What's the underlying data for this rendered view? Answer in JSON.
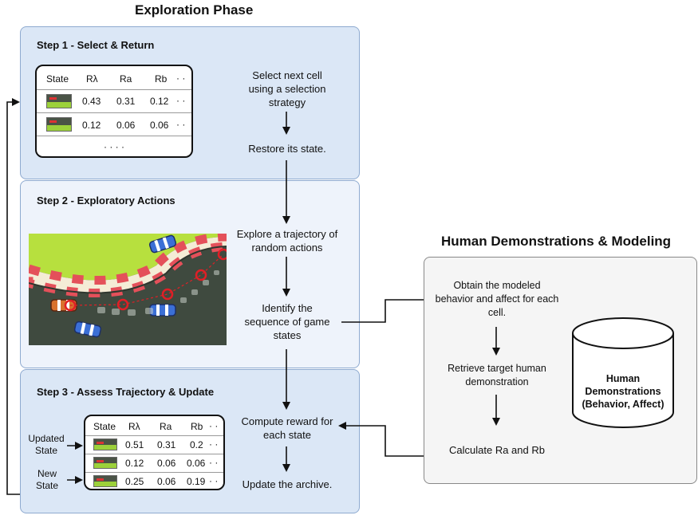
{
  "exploration": {
    "title": "Exploration Phase",
    "step1": {
      "title": "Step 1 - Select & Return",
      "select_note": "Select next cell using a selection strategy",
      "restore_note": "Restore its state.",
      "table": {
        "headers": [
          "State",
          "Rλ",
          "Ra",
          "Rb",
          "· ·"
        ],
        "rows": [
          [
            "0.43",
            "0.31",
            "0.12",
            "· ·"
          ],
          [
            "0.12",
            "0.06",
            "0.06",
            "· ·"
          ]
        ],
        "ellipsis": "· · · ·"
      }
    },
    "step2": {
      "title": "Step 2 - Exploratory Actions",
      "explore_note": "Explore a trajectory of random actions",
      "identify_note": "Identify the sequence of game states"
    },
    "step3": {
      "title": "Step 3 - Assess Trajectory & Update",
      "compute_note": "Compute reward for each state",
      "update_note": "Update the archive.",
      "updated_label": "Updated State",
      "new_label": "New State",
      "table": {
        "headers": [
          "State",
          "Rλ",
          "Ra",
          "Rb",
          "· ·"
        ],
        "rows": [
          [
            "0.51",
            "0.31",
            "0.2",
            "· ·"
          ],
          [
            "0.12",
            "0.06",
            "0.06",
            "· ·"
          ],
          [
            "0.25",
            "0.06",
            "0.19",
            "· ·"
          ]
        ]
      }
    }
  },
  "human": {
    "title": "Human Demonstrations & Modeling",
    "obtain_note": "Obtain the modeled behavior and affect for each cell.",
    "retrieve_note": "Retrieve target human demonstration",
    "calculate_note": "Calculate Ra and Rb",
    "database_label": "Human Demonstrations (Behavior, Affect)"
  },
  "colors": {
    "panel_blue": "#dbe7f6",
    "panel_light": "#eef3fb",
    "panel_border": "#8eaad0",
    "track_dark": "#3f4a3f",
    "grass": "#b7e03e",
    "curb_red": "#e4505a",
    "curb_white": "#f4ecd6",
    "marker_red": "#e01f26"
  }
}
